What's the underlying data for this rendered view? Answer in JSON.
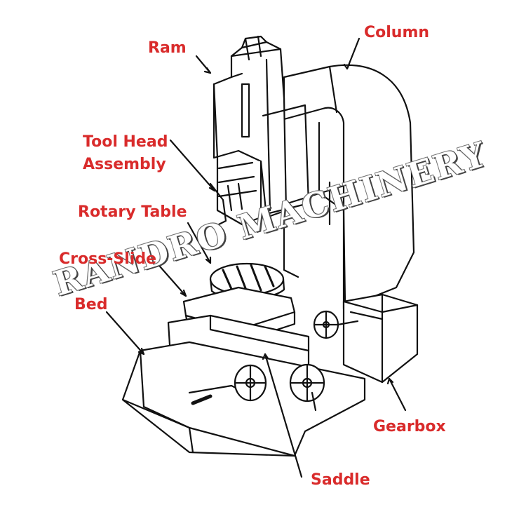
{
  "labels": {
    "column": "Column",
    "ram": "Ram",
    "tool_head_line1": "Tool Head",
    "tool_head_line2": "Assembly",
    "rotary_table": "Rotary Table",
    "cross_slide": "Cross-Slide",
    "bed": "Bed",
    "gearbox": "Gearbox",
    "saddle": "Saddle"
  },
  "watermark": "RANDRO MACHINERY",
  "colors": {
    "label": "#d92b2b",
    "line": "#111111"
  }
}
